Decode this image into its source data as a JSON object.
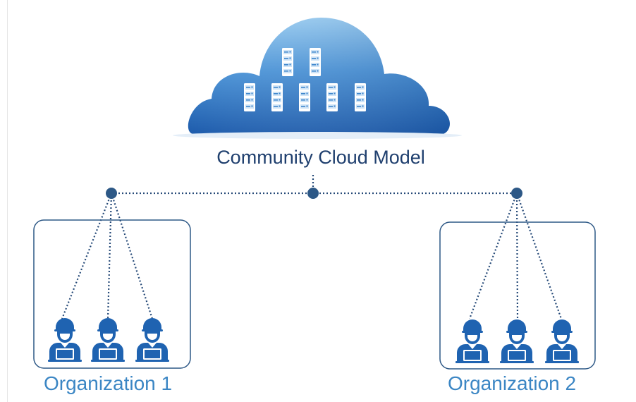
{
  "title": "Community Cloud Model",
  "organizations": [
    {
      "label": "Organization 1"
    },
    {
      "label": "Organization 2"
    }
  ],
  "colors": {
    "cloud_top": "#8ec6ef",
    "cloud_bottom": "#1f62b2",
    "user_blue": "#1f63b1",
    "line_navy": "#264a78",
    "dot": "#2d5886",
    "label_blue": "#3b86c4",
    "title_navy": "#1f3f6e"
  },
  "icons": [
    "cloud-icon",
    "server-rack-icon",
    "user-with-laptop-icon"
  ]
}
